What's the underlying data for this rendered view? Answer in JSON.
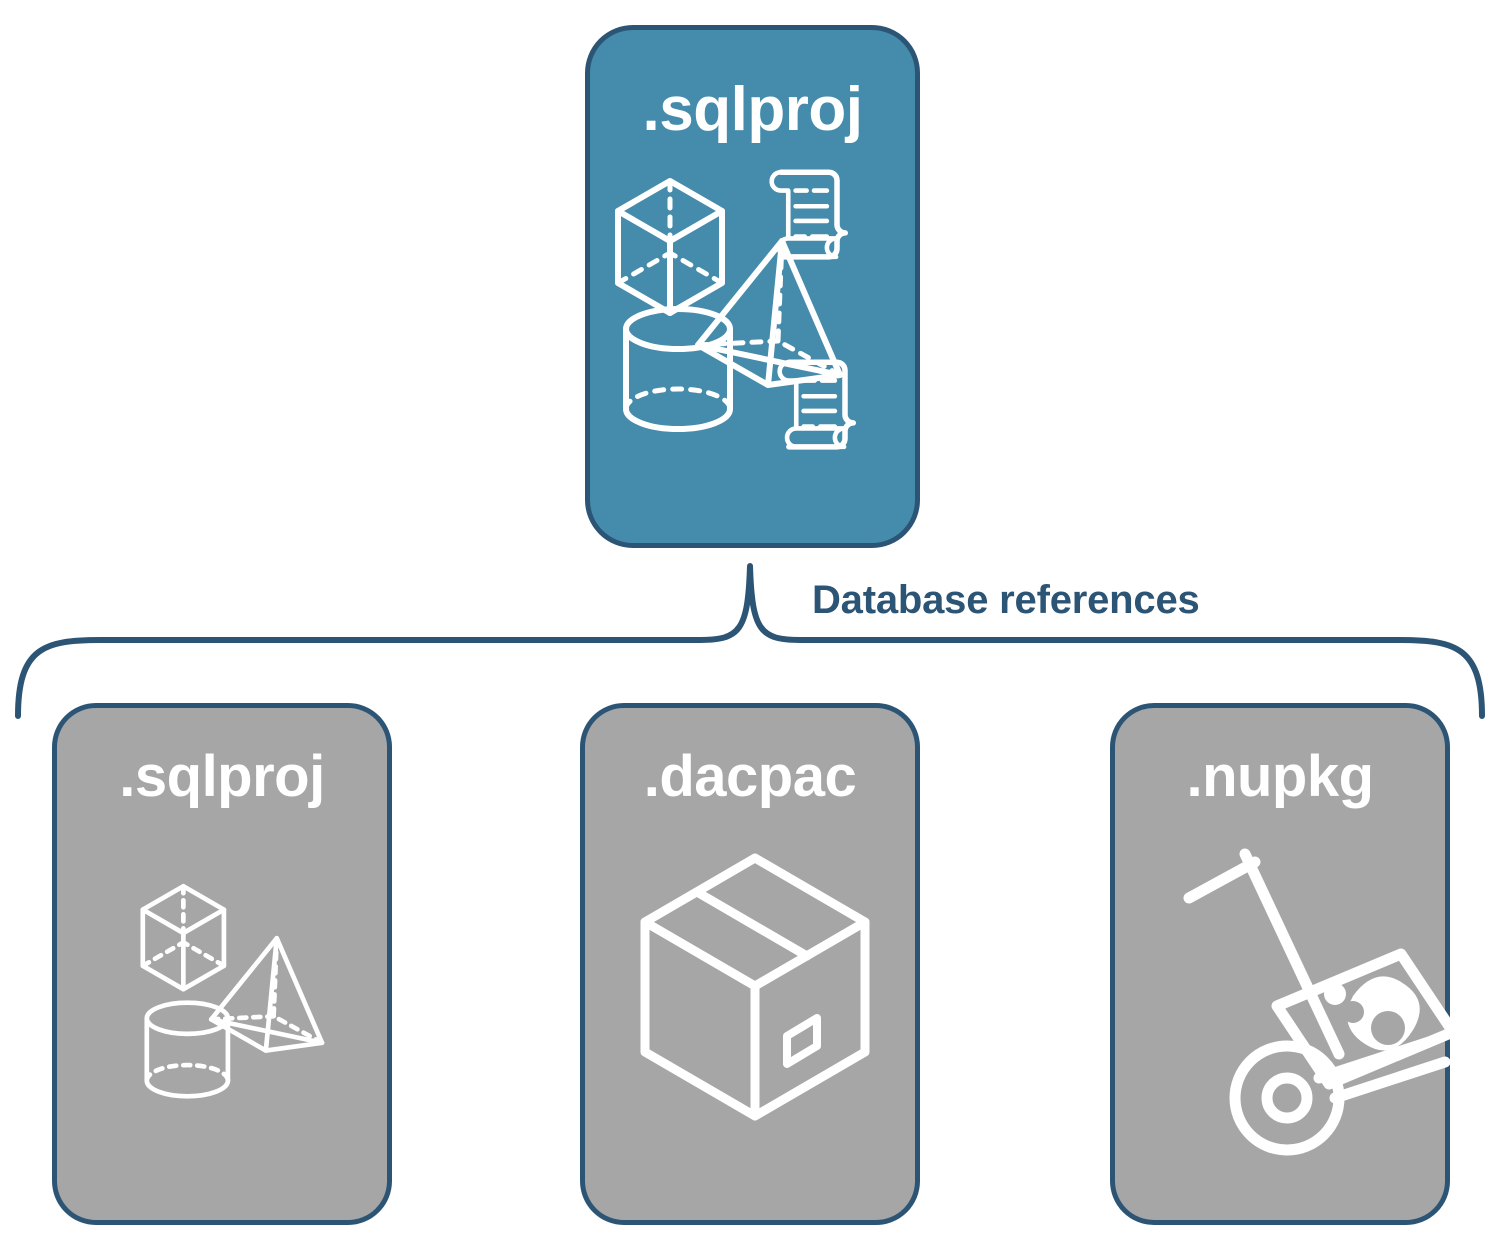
{
  "diagram": {
    "title": "Database references",
    "colors": {
      "primary_fill": "#458BAB",
      "secondary_fill": "#A6A6A6",
      "outline": "#2C5575",
      "icon": "#FFFFFF",
      "label_text": "#2C5575",
      "background": "#FFFFFF"
    },
    "connector": {
      "label": "Database references",
      "style": "curly-brace",
      "parent": ".sqlproj",
      "children": [
        ".sqlproj",
        ".dacpac",
        ".nupkg"
      ]
    },
    "nodes": {
      "root": {
        "label": ".sqlproj",
        "kind": "primary",
        "icons": [
          "cube-wireframe-icon",
          "scroll-script-icon",
          "pyramid-wireframe-icon",
          "cylinder-wireframe-icon",
          "scroll-script-icon"
        ]
      },
      "children": [
        {
          "label": ".sqlproj",
          "kind": "secondary",
          "icons": [
            "cube-wireframe-icon",
            "pyramid-wireframe-icon",
            "cylinder-wireframe-icon"
          ]
        },
        {
          "label": ".dacpac",
          "kind": "secondary",
          "icons": [
            "package-box-icon"
          ]
        },
        {
          "label": ".nupkg",
          "kind": "secondary",
          "icons": [
            "hand-truck-package-icon"
          ]
        }
      ]
    }
  }
}
